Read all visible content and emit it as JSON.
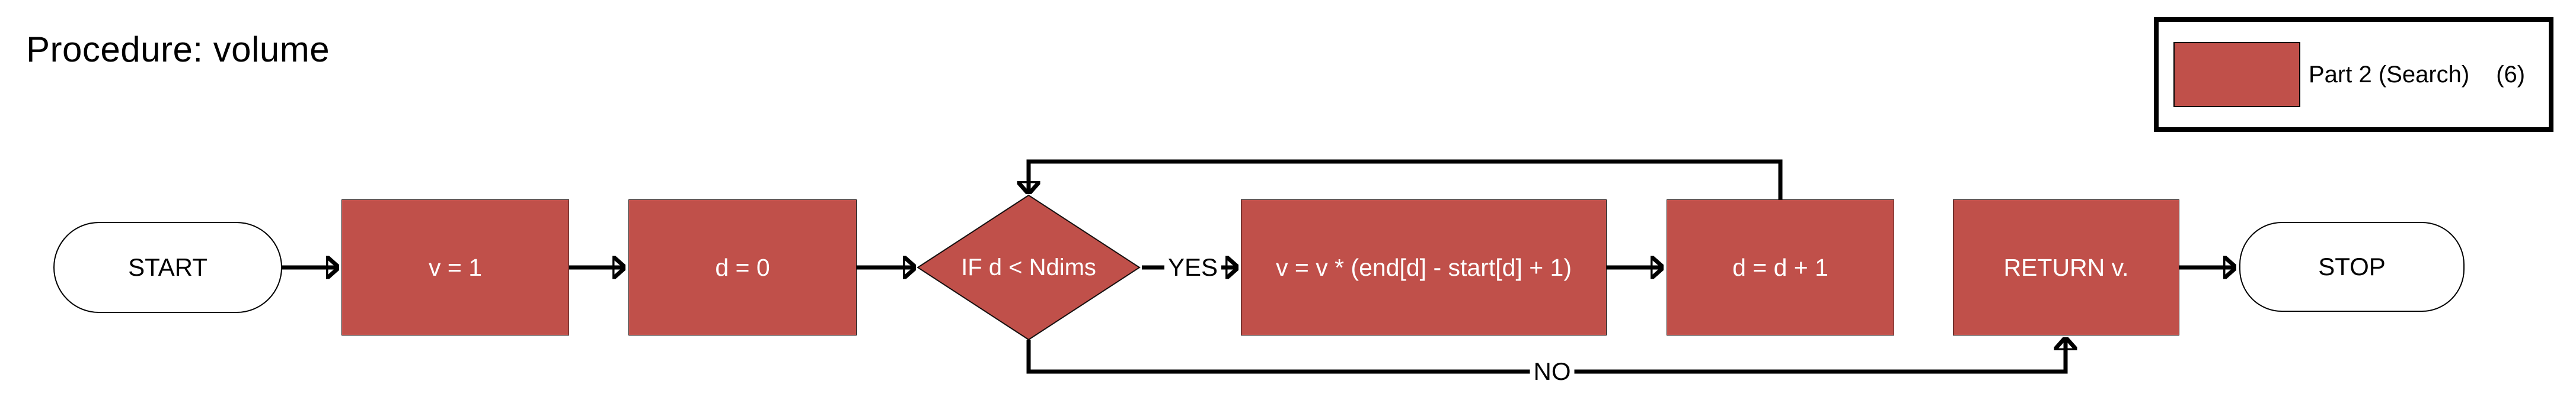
{
  "title": "Procedure: volume",
  "legend": {
    "label": "Part 2 (Search)",
    "count": "(6)"
  },
  "colors": {
    "node_fill": "#C0504A",
    "node_text": "#FFFFFF",
    "line": "#000000",
    "background": "#FFFFFF"
  },
  "flow": {
    "nodes": [
      {
        "id": "start",
        "type": "terminator",
        "label": "START"
      },
      {
        "id": "set-v",
        "type": "process",
        "label": "v = 1"
      },
      {
        "id": "set-d",
        "type": "process",
        "label": "d = 0"
      },
      {
        "id": "loop-check",
        "type": "decision",
        "label": "IF d < Ndims"
      },
      {
        "id": "accumulate",
        "type": "process",
        "label": "v = v * (end[d] - start[d] + 1)"
      },
      {
        "id": "increment",
        "type": "process",
        "label": "d = d + 1"
      },
      {
        "id": "return",
        "type": "process",
        "label": "RETURN v."
      },
      {
        "id": "stop",
        "type": "terminator",
        "label": "STOP"
      }
    ],
    "edges": [
      {
        "from": "start",
        "to": "set-v",
        "label": ""
      },
      {
        "from": "set-v",
        "to": "set-d",
        "label": ""
      },
      {
        "from": "set-d",
        "to": "loop-check",
        "label": ""
      },
      {
        "from": "loop-check",
        "to": "accumulate",
        "label": "YES"
      },
      {
        "from": "accumulate",
        "to": "increment",
        "label": ""
      },
      {
        "from": "increment",
        "to": "loop-check",
        "label": ""
      },
      {
        "from": "loop-check",
        "to": "return",
        "label": "NO"
      },
      {
        "from": "return",
        "to": "stop",
        "label": ""
      }
    ]
  }
}
